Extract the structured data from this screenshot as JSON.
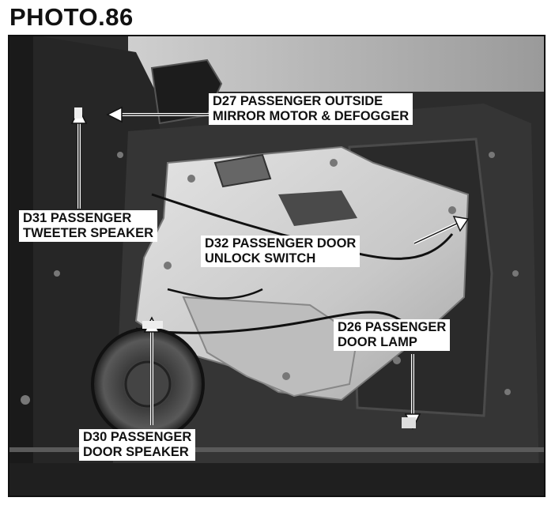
{
  "page": {
    "title": "PHOTO.86"
  },
  "callouts": [
    {
      "id": "d27",
      "line1": "D27 PASSENGER OUTSIDE",
      "line2": "MIRROR MOTOR & DEFOGGER"
    },
    {
      "id": "d31",
      "line1": "D31 PASSENGER",
      "line2": "TWEETER SPEAKER"
    },
    {
      "id": "d32",
      "line1": "D32 PASSENGER DOOR",
      "line2": "UNLOCK SWITCH"
    },
    {
      "id": "d26",
      "line1": "D26 PASSENGER",
      "line2": "DOOR LAMP"
    },
    {
      "id": "d30",
      "line1": "D30 PASSENGER",
      "line2": "DOOR SPEAKER"
    }
  ],
  "colors": {
    "background": "#ffffff",
    "photo_dark": "#2e2e2e",
    "panel_light": "#d8d8d8",
    "label_bg": "#ffffff",
    "text": "#111111"
  }
}
